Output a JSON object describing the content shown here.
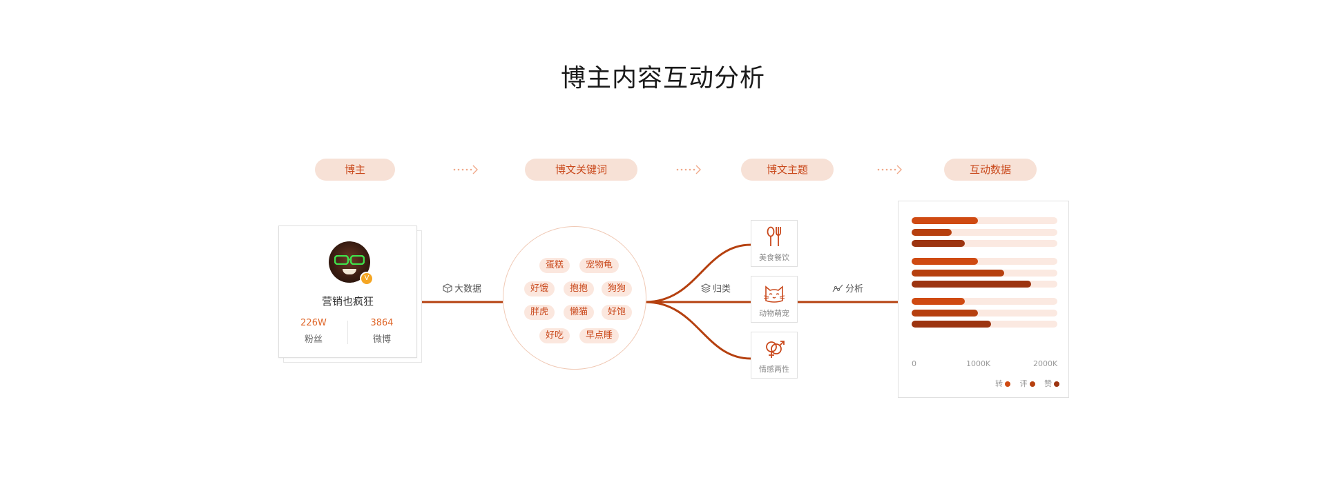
{
  "title": "博主内容互动分析",
  "steps": [
    "博主",
    "博文关键词",
    "博文主题",
    "互动数据"
  ],
  "blogger": {
    "name": "营销也疯狂",
    "fans_value": "226W",
    "fans_label": "粉丝",
    "posts_value": "3864",
    "posts_label": "微博"
  },
  "edge_labels": {
    "big_data": "大数据",
    "classify": "归类",
    "analysis": "分析"
  },
  "keywords": [
    "蛋糕",
    "宠物龟",
    "好饿",
    "抱抱",
    "狗狗",
    "胖虎",
    "懒猫",
    "好饱",
    "好吃",
    "早点睡"
  ],
  "topics": [
    {
      "label": "美食餐饮",
      "icon": "cutlery-icon"
    },
    {
      "label": "动物萌宠",
      "icon": "cat-icon"
    },
    {
      "label": "情感两性",
      "icon": "gender-icon"
    }
  ],
  "colors": {
    "accent": "#c9481b",
    "pill_bg": "#f7e1d6",
    "repost": "#cf4a12",
    "comment": "#b6400f",
    "like": "#9c3410",
    "track": "#fbe9e1"
  },
  "chart_data": {
    "type": "bar",
    "orientation": "horizontal",
    "xlim": [
      0,
      2200
    ],
    "x_ticks": [
      "0",
      "1000K",
      "2000K"
    ],
    "legend": [
      "转",
      "评",
      "赞"
    ],
    "legend_position": "bottom-right",
    "groups": [
      {
        "topic": "美食餐饮",
        "series_values": {
          "转": 1000,
          "评": 600,
          "赞": 800
        }
      },
      {
        "topic": "动物萌宠",
        "series_values": {
          "转": 1000,
          "评": 1400,
          "赞": 1800
        }
      },
      {
        "topic": "情感两性",
        "series_values": {
          "转": 800,
          "评": 1000,
          "赞": 1200
        }
      }
    ]
  }
}
